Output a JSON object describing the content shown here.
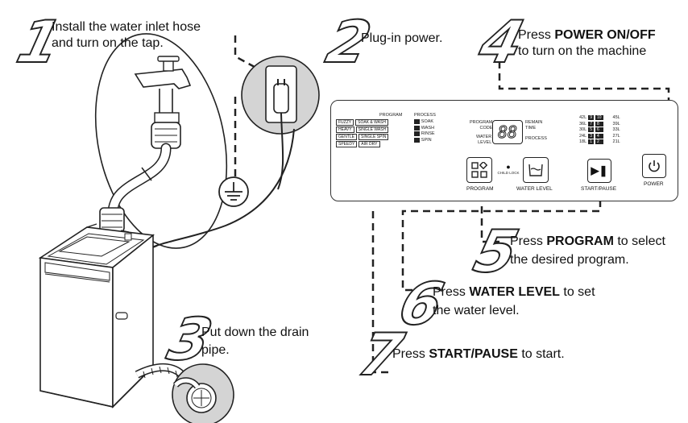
{
  "steps": [
    {
      "number": "1",
      "lines": [
        "Install the water inlet hose",
        "and turn on the tap."
      ]
    },
    {
      "number": "2",
      "lines": [
        "Plug-in power."
      ]
    },
    {
      "number": "3",
      "lines": [
        "Put down the drain",
        "pipe."
      ]
    },
    {
      "number": "4",
      "pre": "Press ",
      "bold": "POWER ON/OFF",
      "post": "",
      "line2": "to turn on the machine"
    },
    {
      "number": "5",
      "pre": "Press ",
      "bold": "PROGRAM",
      "post": " to select",
      "line2": "the desired program."
    },
    {
      "number": "6",
      "pre": "Press ",
      "bold": "WATER LEVEL",
      "post": " to set",
      "line2": "the water level."
    },
    {
      "number": "7",
      "pre": "Press ",
      "bold": "START/PAUSE",
      "post": " to start.",
      "line2": ""
    }
  ],
  "panel": {
    "program_header": "PROGRAM",
    "process_header": "PROCESS",
    "programs": [
      {
        "left": "FUZZY",
        "right": "SOAK & WASH"
      },
      {
        "left": "HEAVY",
        "right": "SINGLE WASH"
      },
      {
        "left": "GENTLE",
        "right": "SINGLE SPIN"
      },
      {
        "left": "SPEEDY",
        "right": "AIR DRY"
      }
    ],
    "processes": [
      "SOAK",
      "WASH",
      "RINSE",
      "SPIN"
    ],
    "display_left": [
      "PROGRAM",
      "CODE"
    ],
    "display_left2": [
      "WATER",
      "LEVEL"
    ],
    "display_right": [
      "REMAIN",
      "TIME"
    ],
    "display_right2": "PROCESS",
    "display_digits": "88",
    "levels_left": [
      "42L",
      "36L",
      "30L",
      "24L",
      "18L"
    ],
    "levels_right": [
      "45L",
      "39L",
      "33L",
      "27L",
      "21L"
    ],
    "level_codes": [
      [
        "9",
        "10"
      ],
      [
        "7",
        "8"
      ],
      [
        "5",
        "6"
      ],
      [
        "3",
        "4"
      ],
      [
        "1",
        "2"
      ]
    ],
    "child_lock": "CHILD LOCK",
    "buttons": {
      "program": "PROGRAM",
      "water_level": "WATER LEVEL",
      "start_pause": "START/PAUSE",
      "power": "POWER"
    }
  },
  "colors": {
    "line": "#222222",
    "fill": "#ffffff",
    "grey": "#d4d4d4"
  }
}
